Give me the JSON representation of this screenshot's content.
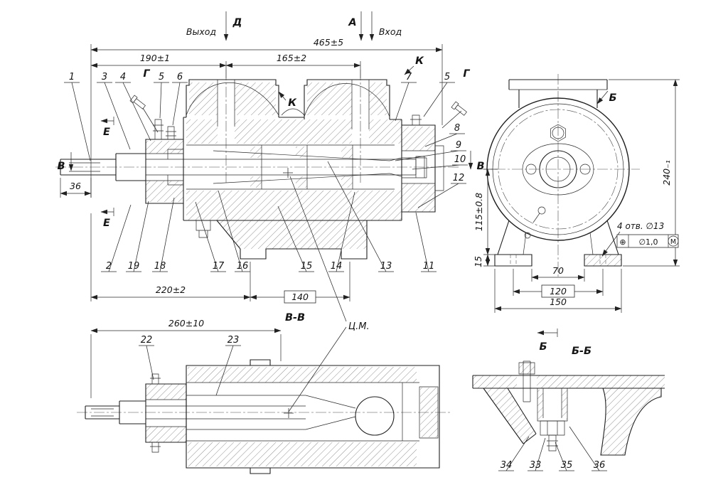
{
  "flow": {
    "outlet_label": "Выход",
    "outlet_mark": "Д",
    "inlet_mark": "А",
    "inlet_label": "Вход"
  },
  "marks": {
    "k": "К",
    "g": "Г",
    "e": "Е",
    "v": "В",
    "b": "Б"
  },
  "sections": {
    "vv": "В-В",
    "bb": "Б-Б",
    "center_of_mass": "Ц.М."
  },
  "dims": {
    "overall_length": "465±5",
    "to_outlet_axis": "190±1",
    "outlet_to_inlet": "165±2",
    "shaft_end": "36",
    "body_length": "220±2",
    "foot_span": "140",
    "section_vv_length": "260±10",
    "overall_height": "240₋₁",
    "axis_to_base": "115±0.8",
    "pad_thickness": "15",
    "pads_inner": "70",
    "holes_span": "120",
    "pads_outer": "150",
    "holes_note": "4 отв. ∅13",
    "fcf_symbol": "⊕",
    "fcf_value": "∅1,0",
    "fcf_modifier": "М"
  },
  "parts": {
    "p1": "1",
    "p2": "2",
    "p3": "3",
    "p4": "4",
    "p5": "5",
    "p6": "6",
    "p7": "7",
    "p8": "8",
    "p9": "9",
    "p10": "10",
    "p11": "11",
    "p12": "12",
    "p13": "13",
    "p14": "14",
    "p15": "15",
    "p16": "16",
    "p17": "17",
    "p18": "18",
    "p19": "19",
    "p22": "22",
    "p23": "23",
    "p33": "33",
    "p34": "34",
    "p35": "35",
    "p36": "36"
  }
}
